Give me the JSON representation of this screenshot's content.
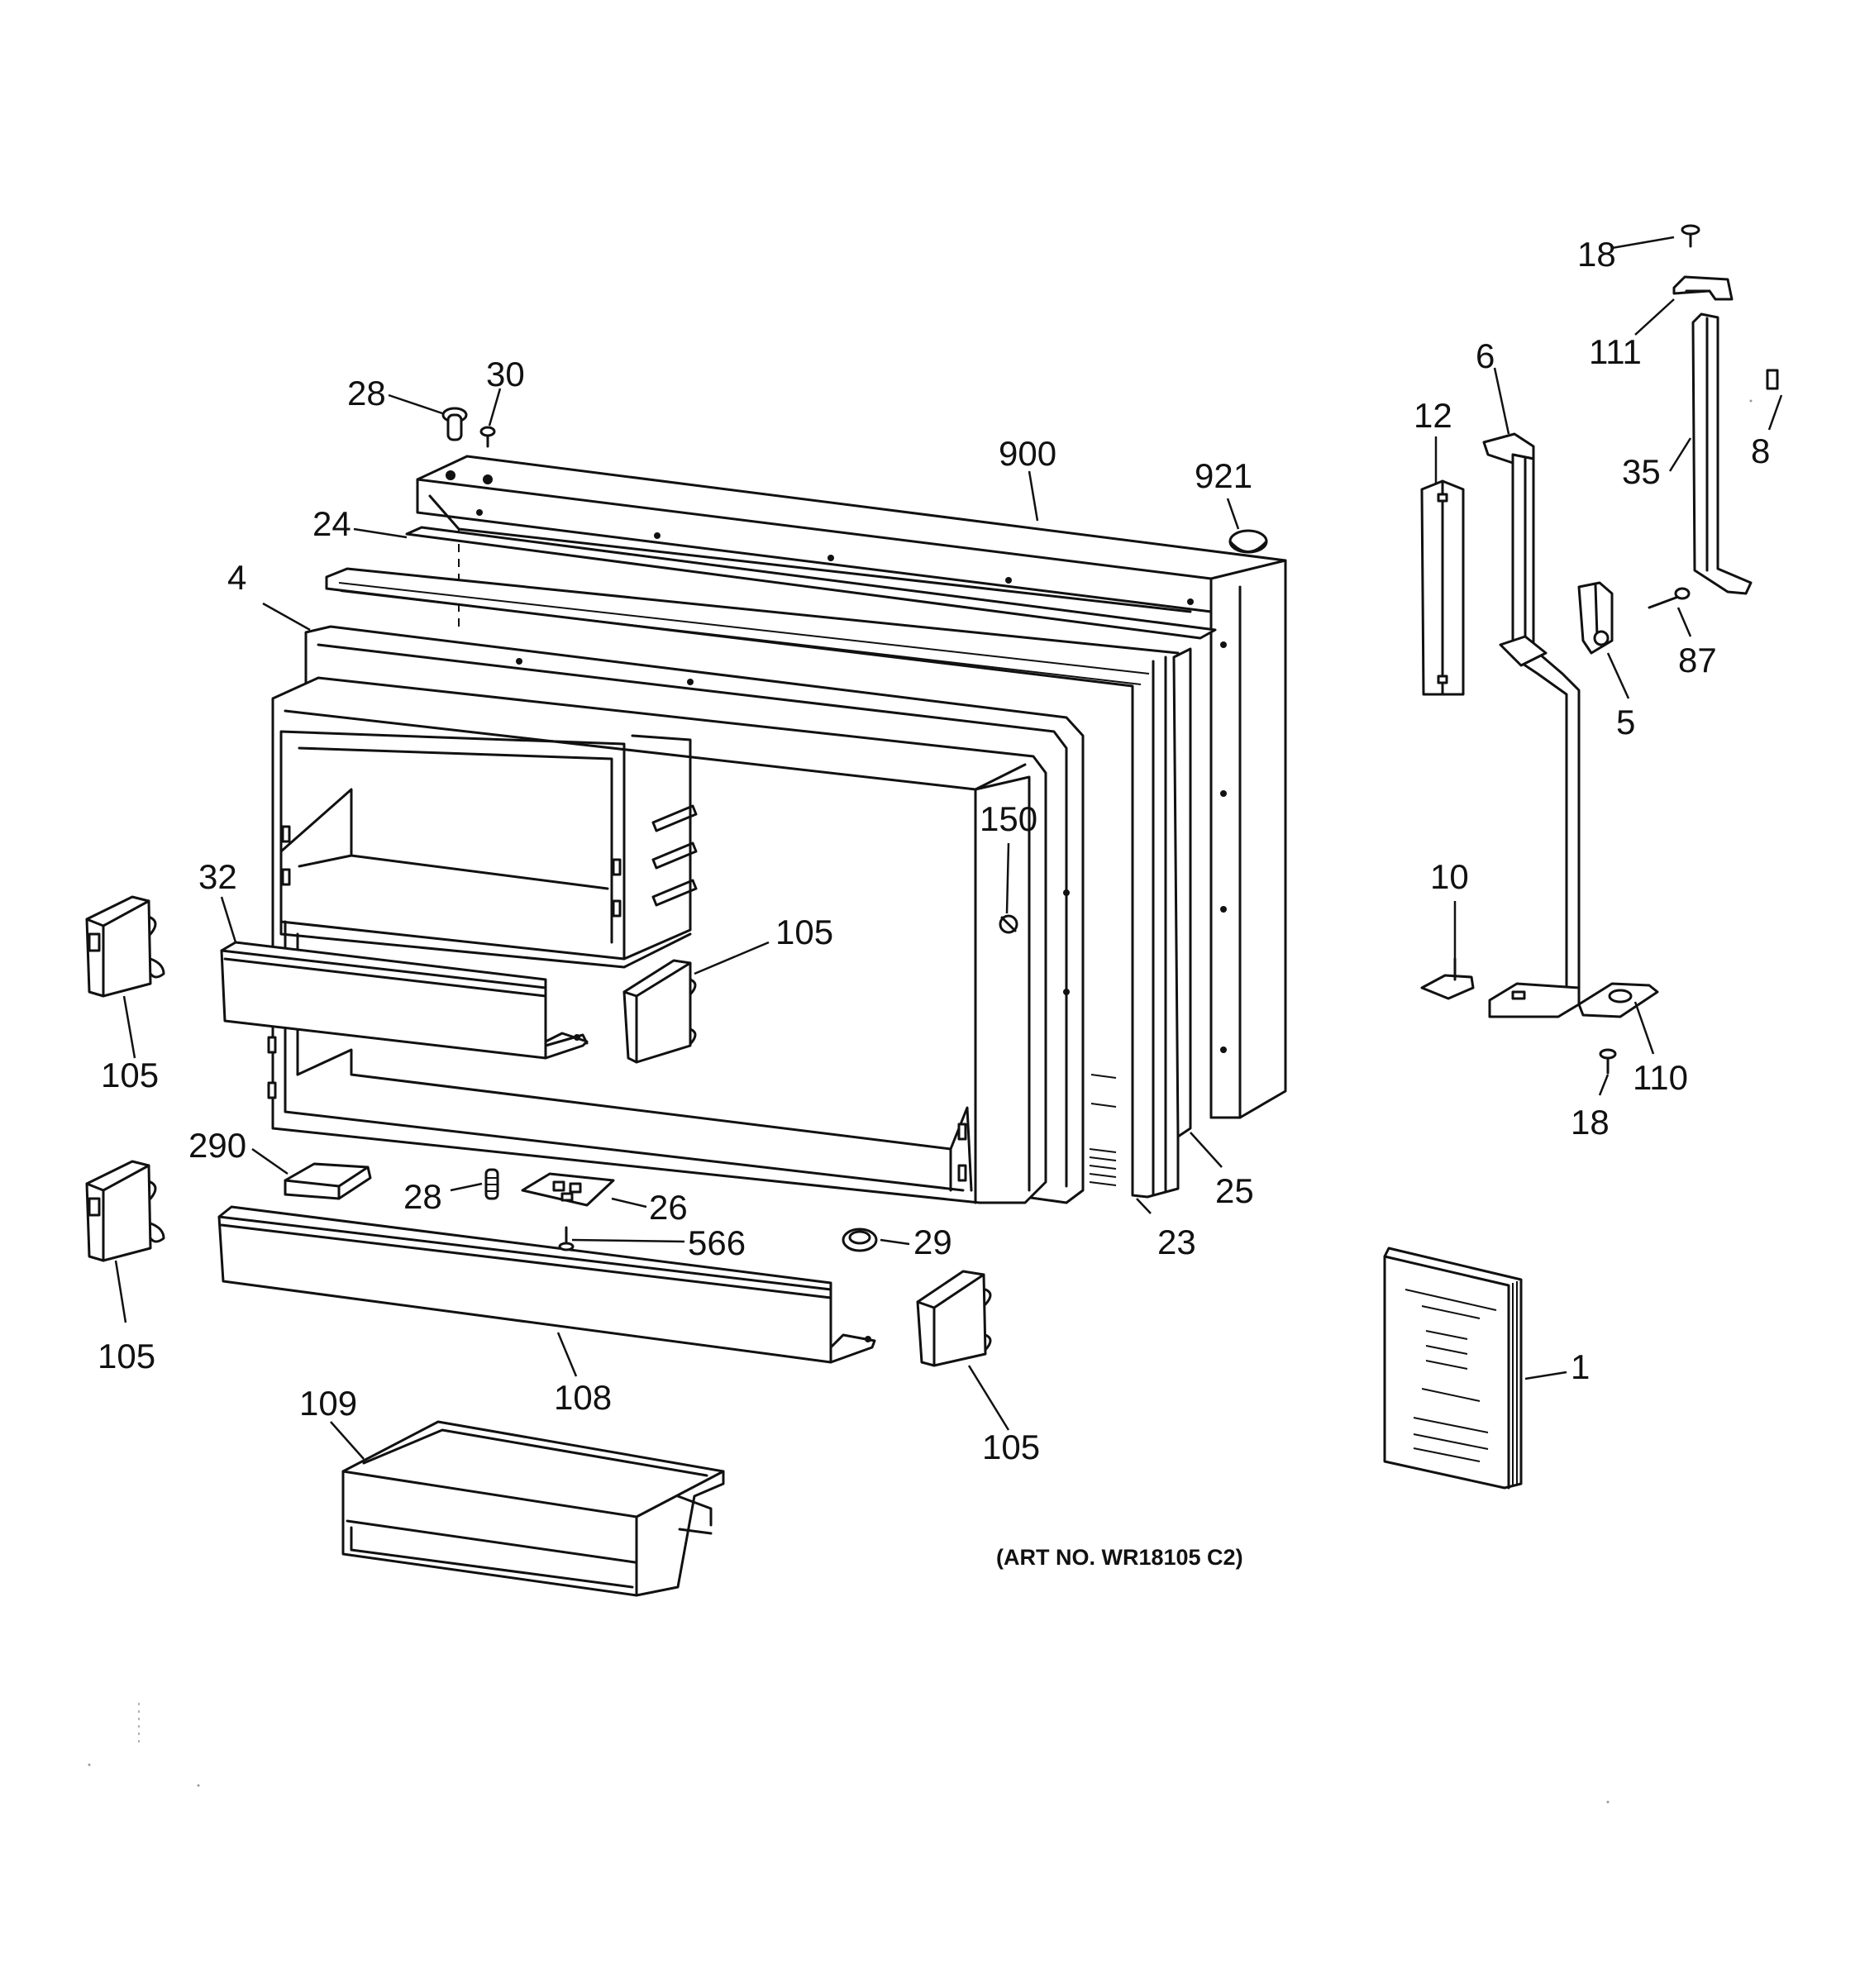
{
  "diagram": {
    "callouts": {
      "c18_top": "18",
      "c111": "111",
      "c28_top": "28",
      "c30": "30",
      "c12": "12",
      "c6": "6",
      "c35": "35",
      "c8": "8",
      "c900": "900",
      "c921": "921",
      "c24": "24",
      "c4": "4",
      "c87": "87",
      "c5": "5",
      "c150": "150",
      "c32": "32",
      "c10": "10",
      "c105_center": "105",
      "c105_left_top": "105",
      "c105_left_bottom": "105",
      "c105_bottom": "105",
      "c110": "110",
      "c18_bottom": "18",
      "c290": "290",
      "c28_bottom": "28",
      "c26": "26",
      "c566": "566",
      "c29": "29",
      "c23": "23",
      "c25": "25",
      "c1": "1",
      "c108": "108",
      "c109": "109"
    },
    "art_number": "(ART NO. WR18105 C2)"
  }
}
